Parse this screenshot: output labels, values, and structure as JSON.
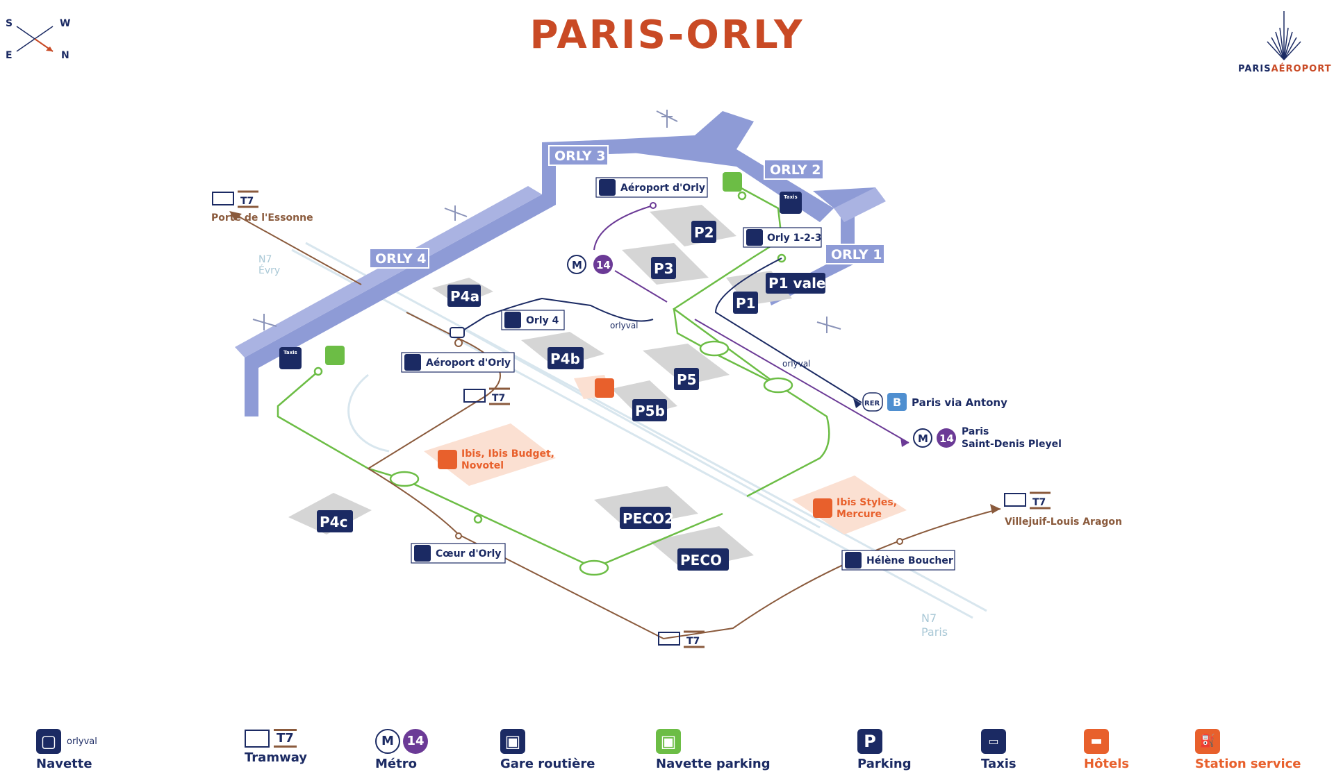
{
  "title": "PARIS-ORLY",
  "logo": {
    "text": "PARIS AÉROPORT",
    "left": "PARIS",
    "right": "AÉROPORT"
  },
  "compass": {
    "s": "S",
    "w": "W",
    "e": "E",
    "n": "N"
  },
  "colors": {
    "title": "#c94a25",
    "navy": "#1b2a63",
    "terminal": "#8e9bd6",
    "terminal_dark": "#6f7cc4",
    "parking_gray": "#cfcfcf",
    "shuttle_green": "#6cbd45",
    "tram_brown": "#8a5a3c",
    "metro_purple": "#6b3a96",
    "rer_blue": "#4f8fd0",
    "hotel_orange": "#e8602c",
    "hotel_zone": "#fbe0d2"
  },
  "terminals": {
    "orly1": "ORLY 1",
    "orly2": "ORLY 2",
    "orly3": "ORLY 3",
    "orly4": "ORLY 4"
  },
  "parkings": {
    "p2": "P2",
    "p3": "P3",
    "p1": "P1",
    "p1_valet": "P1 valet",
    "p4a": "P4a",
    "p4b": "P4b",
    "p5": "P5",
    "p5b": "P5b",
    "p4c": "P4c",
    "peco2": "PECO2",
    "peco": "PECO"
  },
  "stations": {
    "aeroport_orly_top": "Aéroport d'Orly",
    "orly_123": "Orly 1-2-3",
    "orly_4": "Orly 4",
    "aeroport_orly_mid": "Aéroport d'Orly",
    "coeur_orly": "Cœur d'Orly",
    "helene_boucher": "Hélène Boucher"
  },
  "tram": {
    "line": "T7",
    "porte_essonne": "Porte de l'Essonne",
    "villejuif": "Villejuif-Louis Aragon"
  },
  "metro": {
    "m": "M",
    "line": "14"
  },
  "destinations": {
    "rer_badge": "RER",
    "rer_line": "B",
    "rer_dest": "Paris via Antony",
    "metro_dest_1": "Paris",
    "metro_dest_2": "Saint-Denis Pleyel"
  },
  "roads": {
    "n7_evry_1": "N7",
    "n7_evry_2": "Évry",
    "n7_paris_1": "N7",
    "n7_paris_2": "Paris"
  },
  "orlyval": "orlyval",
  "taxis_small": "Taxis",
  "hotels": {
    "h1_line1": "Ibis, Ibis Budget,",
    "h1_line2": "Novotel",
    "h2_line1": "Ibis Styles,",
    "h2_line2": "Mercure"
  },
  "legend": {
    "navette": "Navette",
    "tramway": "Tramway",
    "metro": "Métro",
    "gare_routiere": "Gare routière",
    "navette_parking": "Navette parking",
    "parking": "Parking",
    "taxis": "Taxis",
    "hotels": "Hôtels",
    "station_service": "Station service"
  }
}
